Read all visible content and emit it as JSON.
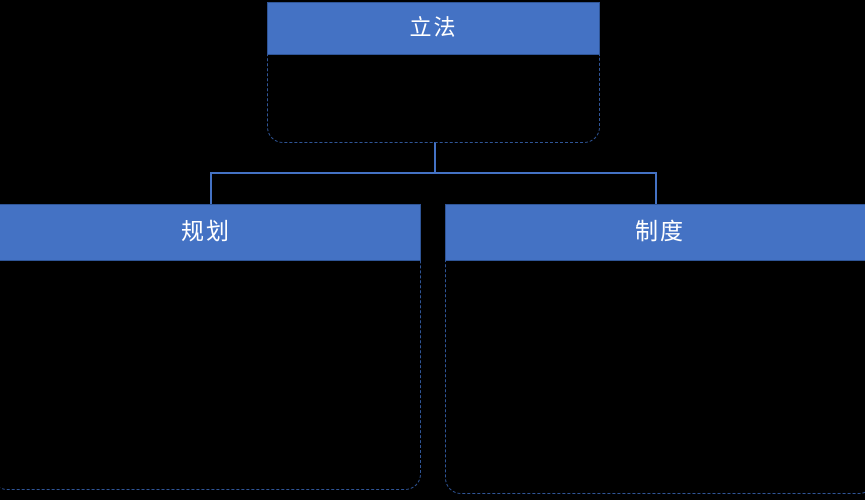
{
  "diagram": {
    "type": "tree-org-chart",
    "background_color": "#000000",
    "header_fill_color": "#4472C4",
    "border_color": "#2F5597",
    "connector_color": "#4472C4",
    "header_text_color": "#FFFFFF",
    "nodes": {
      "root": {
        "label": "立法",
        "body_text": ""
      },
      "left_child": {
        "label": "规划",
        "body_text": ""
      },
      "right_child": {
        "label": "制度",
        "body_text": ""
      }
    },
    "edges": [
      {
        "from": "立法",
        "to": "规划"
      },
      {
        "from": "立法",
        "to": "制度"
      }
    ]
  }
}
